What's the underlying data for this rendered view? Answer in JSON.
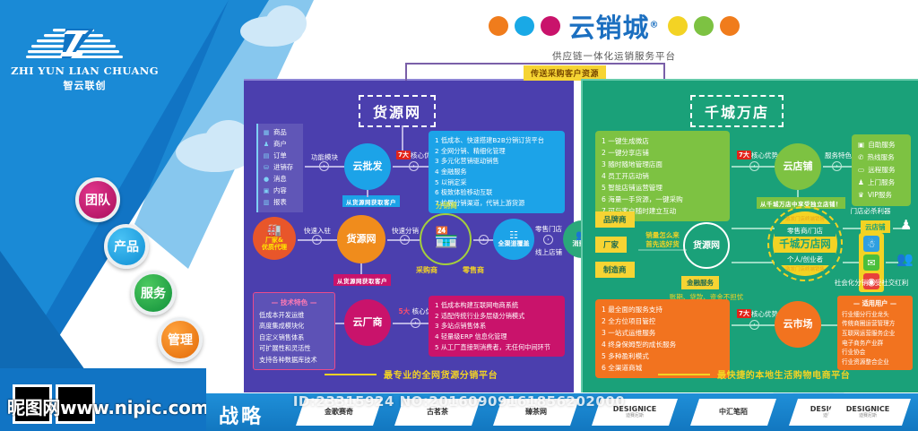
{
  "brand": {
    "logo_en": "ZHI YUN LIAN CHUANG",
    "logo_cn": "智云联创",
    "nav_circles": [
      {
        "label": "团队",
        "color": "#c9136b"
      },
      {
        "label": "产品",
        "color": "#1ca3e8"
      },
      {
        "label": "服务",
        "color": "#1ea84a"
      },
      {
        "label": "管理",
        "color": "#f07c1c"
      }
    ],
    "watermark_site": "www.nipic.com",
    "watermark_cn": "昵图网"
  },
  "header": {
    "title": "云销城",
    "registered": "®",
    "subtitle": "供应链一体化运销服务平台",
    "dots_left": [
      "#f07c1c",
      "#19a9e6",
      "#c9136b"
    ],
    "dots_right": [
      "#f3d324",
      "#7dc242",
      "#f07c1c"
    ]
  },
  "connector": {
    "label": "传送采购客户资源"
  },
  "left_panel": {
    "title": "货源网",
    "bg_color": "#4b3fae",
    "footer": "最专业的全网货源分销平台",
    "sidebar_menu": {
      "caption": "功能模块",
      "items": [
        {
          "icon": "grid-icon",
          "glyph": "▦",
          "label": "商品"
        },
        {
          "icon": "user-icon",
          "glyph": "👤",
          "label": "商户"
        },
        {
          "icon": "doc-icon",
          "glyph": "▤",
          "label": "订单"
        },
        {
          "icon": "stock-icon",
          "glyph": "⛁",
          "label": "进销存"
        },
        {
          "icon": "message-icon",
          "glyph": "●",
          "label": "消息"
        },
        {
          "icon": "content-icon",
          "glyph": "▣",
          "label": "内容"
        },
        {
          "icon": "chart-icon",
          "glyph": "▥",
          "label": "报表"
        }
      ]
    },
    "node_top": {
      "label": "云批发",
      "color": "#1ca3e8"
    },
    "node_top_sub": "从货源网获取客户",
    "advantage_top": {
      "count": "7大",
      "text": "核心优势"
    },
    "list_top": [
      "1 低成本、快速搭建B2B分销订货平台",
      "2 全网分销、精细化管理",
      "3 多元化营销驱动销售",
      "4 金融服务",
      "5 以销定采",
      "6 极致体验移动互联",
      "7 扩展分销渠道，代销上游货源"
    ],
    "list_top_color": "#1ca3e8",
    "node_factory": {
      "label": "厂家&\n优质代理",
      "color": "#e8562a"
    },
    "flow_1": "快速入驻",
    "node_center": {
      "label": "货源网",
      "color": "#f08c1c"
    },
    "node_center_sub": "从货源网获取客户",
    "flow_2": "快速分销",
    "ring_labels": {
      "top": "分销商",
      "left": "采购商",
      "right": "零售商"
    },
    "node_coverage": {
      "label": "全渠道覆盖",
      "color": "#1ca3e8"
    },
    "flow_3_top": "零售门店",
    "flow_3_bottom": "线上店铺",
    "node_consumer": {
      "label": "消费者",
      "color": "#2aa87a"
    },
    "tech_box": {
      "title": "技术特色",
      "items": [
        "低成本开发运维",
        "高度集成模块化",
        "自定义销售体系",
        "可扩展性和灵活性",
        "支持各种数据库技术"
      ]
    },
    "node_bottom": {
      "label": "云厂商",
      "color": "#c9136b"
    },
    "advantage_bottom": {
      "count": "5大",
      "text": "核心优势"
    },
    "list_bottom": [
      "1 低成本构建互联网电商系统",
      "2 适配传统行业多层级分销模式",
      "3 多站点销售体系",
      "4 轻量级ERP 信息化管理",
      "5 从工厂直接到消费者，无任何中间环节"
    ],
    "list_bottom_color": "#c9136b"
  },
  "right_panel": {
    "title": "千城万店",
    "bg_color": "#1aa179",
    "footer": "最快捷的本地生活购物电商平台",
    "list_top": [
      "1 一键生成微店",
      "2 一键分享店铺",
      "3 随时随地管理店面",
      "4 员工开店动销",
      "5 智能店铺运营管理",
      "6 海量一手货源，一键采购",
      "7 可与客户随时建立互动"
    ],
    "list_top_color": "#7dc242",
    "advantage_top": {
      "count": "7大",
      "text": "核心优势"
    },
    "node_shop": {
      "label": "云店铺",
      "color": "#7dc242"
    },
    "node_shop_sub": "从千城万店中享受独立店铺！",
    "service_caption": "服务特色",
    "service_box": [
      {
        "icon": "self-service-icon",
        "glyph": "▣",
        "label": "自助服务"
      },
      {
        "icon": "hotline-icon",
        "glyph": "✆",
        "label": "热线服务"
      },
      {
        "icon": "remote-icon",
        "glyph": "▭",
        "label": "远程服务"
      },
      {
        "icon": "onsite-icon",
        "glyph": "👤",
        "label": "上门服务"
      },
      {
        "icon": "vip-icon",
        "glyph": "♛",
        "label": "VIP服务"
      }
    ],
    "supplier_tags": [
      "品牌商",
      "厂家",
      "制造商"
    ],
    "flow_text": "销量怎么来\n首先选好货",
    "node_source": {
      "label": "货源网",
      "color": "#1aa179"
    },
    "finance_tag": "金融服务",
    "finance_sub": "账期、贷款、资金不担忧",
    "ring_top_note": "激发门店终端销售",
    "ring_tag_top": "零售商/门店",
    "ring_center": "千城万店网",
    "ring_tag_bottom": "个人/创业者",
    "ring_bottom_note": "激发门店终端销售",
    "weapon_label": "门店必杀利器",
    "weapon_tag": "云店铺",
    "social_note": "社会化分销享受社交红利",
    "social_icons": [
      "qq-icon",
      "wechat-icon",
      "weibo-icon"
    ],
    "list_bottom": [
      "1 最全面的服务支持",
      "2 全方位项目管控",
      "3 一站式运维服务",
      "4 终身保姆型的成长服务",
      "5 多种盈利模式",
      "6 全渠道商城"
    ],
    "list_bottom_color": "#f2731f",
    "advantage_bottom": {
      "count": "7大",
      "text": "核心优势"
    },
    "node_market": {
      "label": "云市场",
      "color": "#f2731f"
    },
    "user_box": {
      "title": "适用用户",
      "items": [
        "行业细分行业龙头",
        "传统商圈运营管理方",
        "互联网运营服务企业",
        "电子商务产业群",
        "行业协会",
        "行业资源整合企业"
      ]
    }
  },
  "bottom_strip": {
    "title": "战略",
    "partners": [
      {
        "name": "金歌赛奇",
        "sub": ""
      },
      {
        "name": "古茗茶",
        "sub": ""
      },
      {
        "name": "臻茶网",
        "sub": ""
      },
      {
        "name": "DESIGNICE",
        "sub": "迪赛尼斯"
      },
      {
        "name": "中汇笔陌",
        "sub": ""
      },
      {
        "name": "DESIGNICE",
        "sub": "迪赛尼斯"
      },
      {
        "name": "DESIGNICE",
        "sub": "迪赛尼斯"
      }
    ]
  },
  "watermark": {
    "id_text": "ID:23315924 NO:20160909161856202000"
  }
}
